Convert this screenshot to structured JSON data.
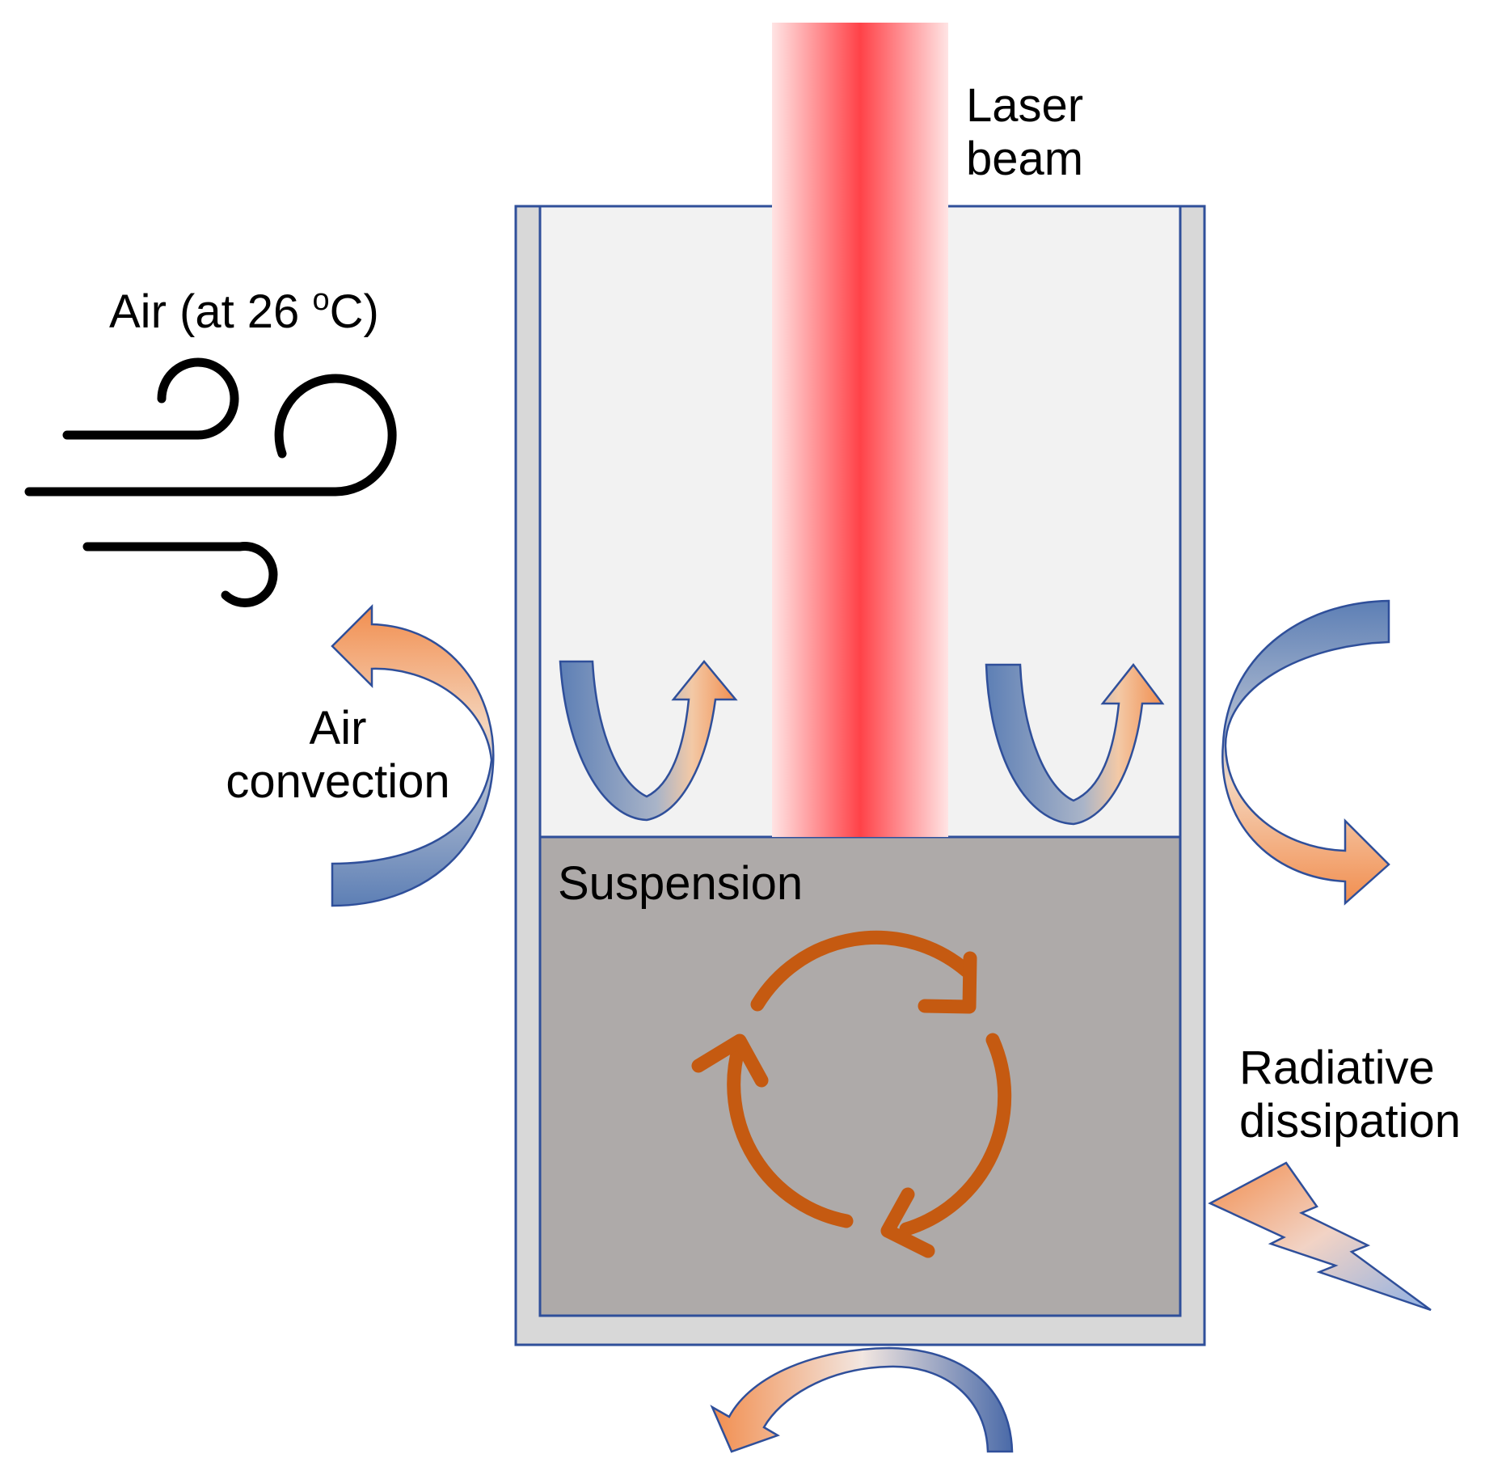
{
  "labels": {
    "laser_beam": [
      "Laser",
      "beam"
    ],
    "air": {
      "prefix": "Air (at 26 ",
      "sup": "o",
      "suffix": "C)"
    },
    "air_convection": [
      "Air",
      "convection"
    ],
    "suspension": "Suspension",
    "radiative_dissipation": [
      "Radiative",
      "dissipation"
    ]
  },
  "colors": {
    "laser_core": "#ff4248",
    "laser_edge": "#ffe4e4",
    "vessel_outline": "#2f4f9a",
    "vessel_wall": "#d8d8d8",
    "headspace": "#f2f2f2",
    "suspension": "#aeaaa9",
    "recirculation": "#c55a11",
    "warm": "#f28e4f",
    "cool": "#5d7fb5",
    "wind_icon": "#000000"
  },
  "icons": [
    "wind-icon",
    "recirculation-arrows-icon",
    "convection-arrow-icon",
    "lightning-bolt-icon"
  ]
}
